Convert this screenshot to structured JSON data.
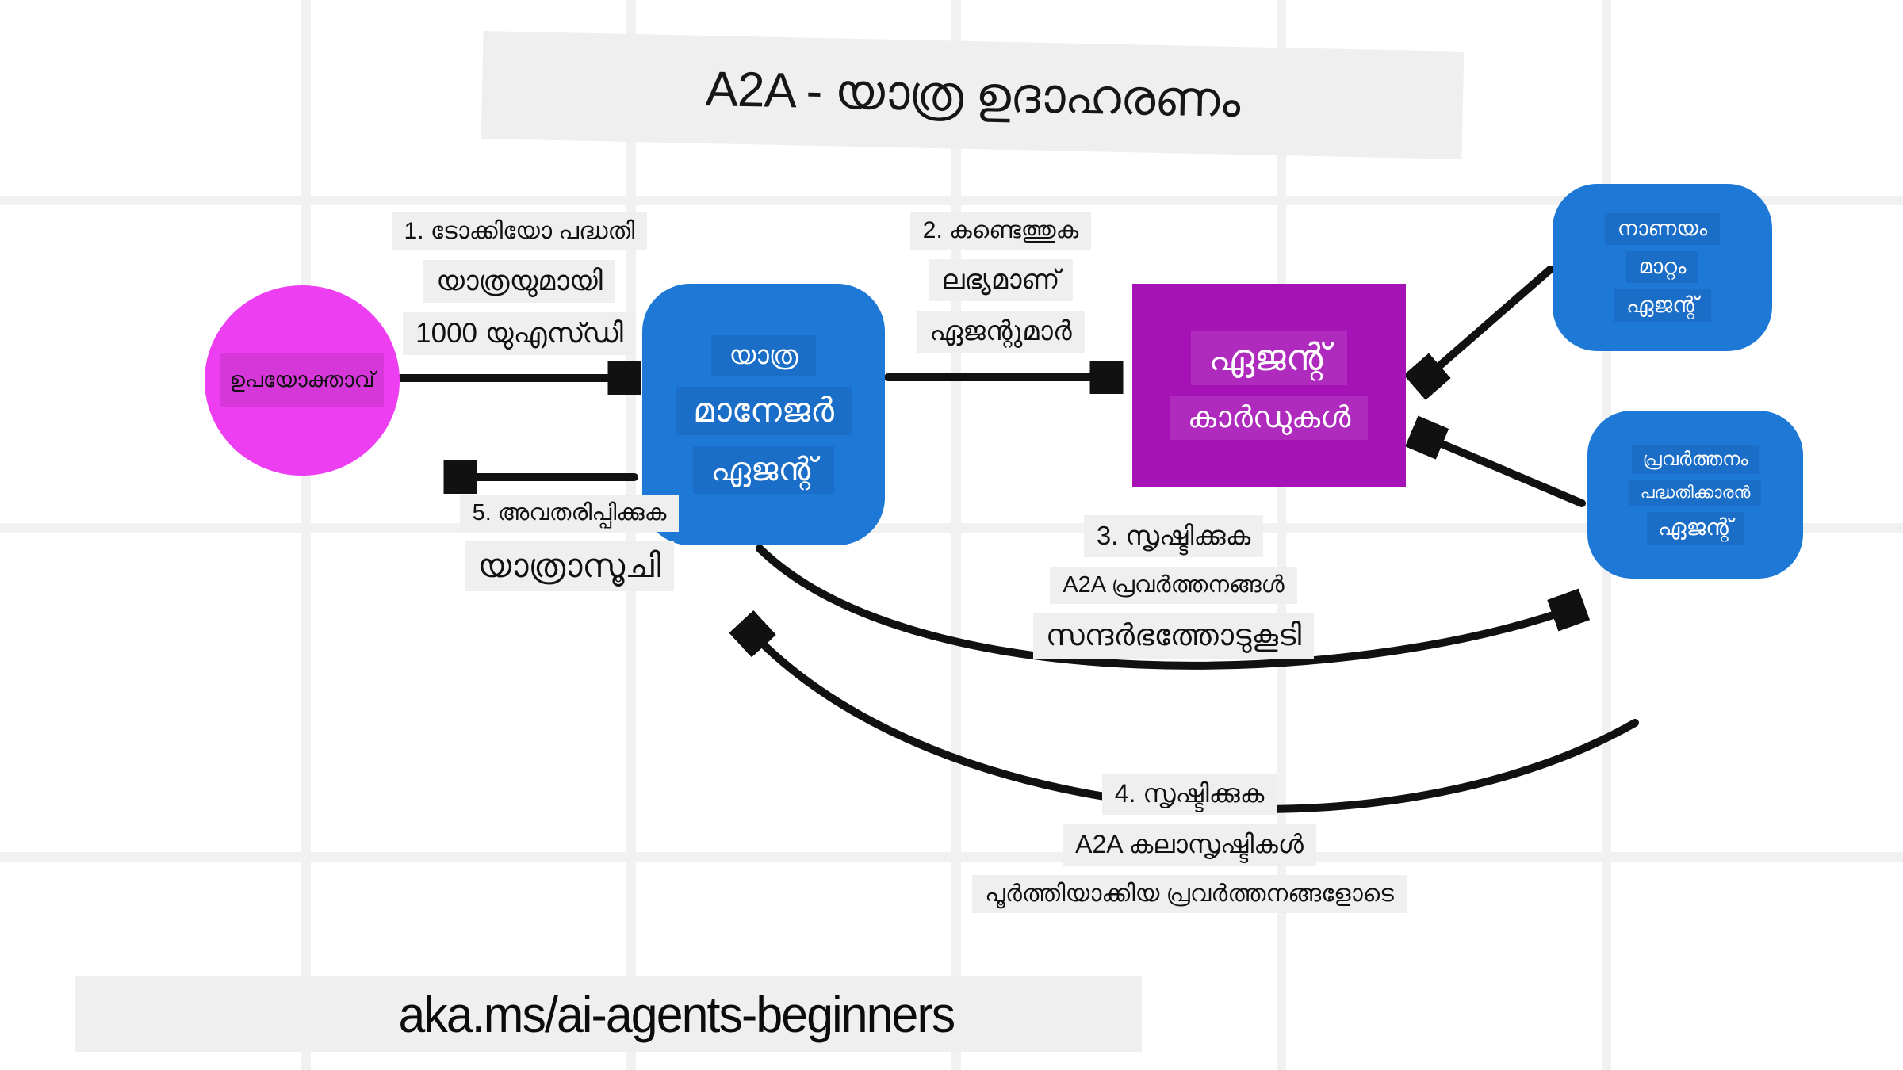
{
  "title": "A2A - യാത്ര ഉദാഹരണം",
  "footer": "aka.ms/ai-agents-beginners",
  "colors": {
    "agent_blue": "#1e79d6",
    "cards_purple": "#a513b6",
    "user_magenta": "#ee3ef2",
    "label_background": "#efefef",
    "arrow_black": "#111111",
    "grid_gray": "#f1f1f1"
  },
  "nodes": {
    "user": {
      "label": "ഉപയോക്താവ്"
    },
    "travel_manager": {
      "lines": [
        "യാത്ര",
        "മാനേജർ",
        "ഏജന്റ്"
      ]
    },
    "agent_cards": {
      "lines": [
        "ഏജന്റ്",
        "കാർഡുകൾ"
      ]
    },
    "currency_exchange": {
      "lines": [
        "നാണയം",
        "മാറ്റം",
        "ഏജന്റ്"
      ]
    },
    "activity_planner": {
      "lines": [
        "പ്രവർത്തനം",
        "പദ്ധതിക്കാരൻ",
        "ഏജന്റ്"
      ]
    }
  },
  "steps": {
    "step1": {
      "lines": [
        "1. ടോക്കിയോ പദ്ധതി",
        "യാത്രയുമായി",
        "1000 യുഎസ്ഡി"
      ]
    },
    "step2": {
      "lines": [
        "2. കണ്ടെത്തുക",
        "ലഭ്യമാണ്",
        "ഏജന്റുമാർ"
      ]
    },
    "step3": {
      "lines": [
        "3. സൃഷ്ടിക്കുക",
        "A2A പ്രവർത്തനങ്ങൾ",
        "സന്ദർഭത്തോടുകൂടി"
      ]
    },
    "step4": {
      "lines": [
        "4. സൃഷ്ടിക്കുക",
        "A2A കലാസൃഷ്ടികൾ",
        "പൂർത്തിയാക്കിയ പ്രവർത്തനങ്ങളോടെ"
      ]
    },
    "step5": {
      "lines": [
        "5. അവതരിപ്പിക്കുക",
        "യാത്രാസൂചി"
      ]
    }
  }
}
